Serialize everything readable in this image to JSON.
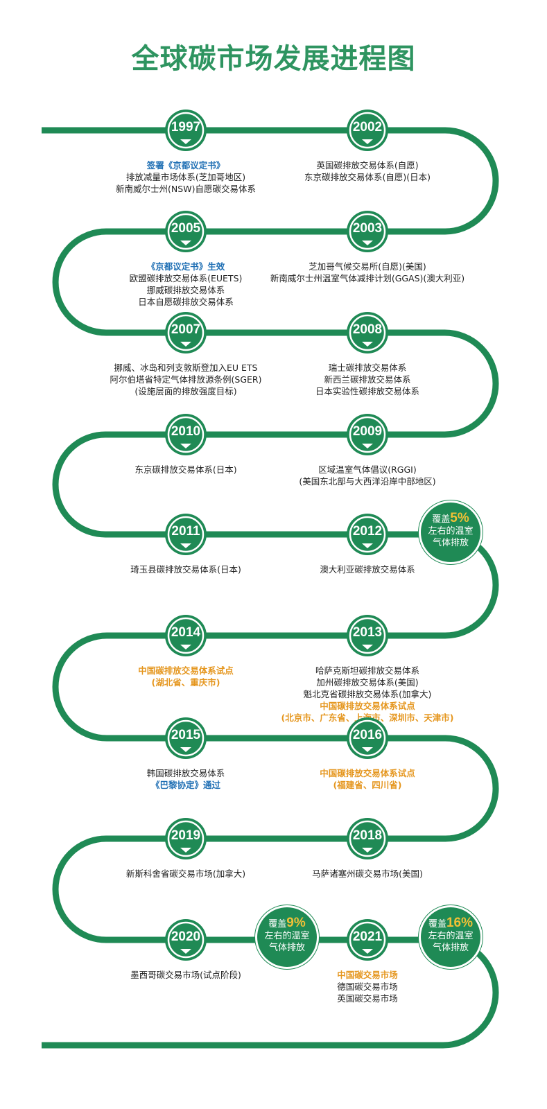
{
  "title": "全球碳市场发展进程图",
  "colors": {
    "track": "#1f8a55",
    "badge_inner": "#1f8a55",
    "badge_ring": "#ffffff",
    "year_text": "#ffffff",
    "title": "#2e9460",
    "text_default": "#222222",
    "text_blue": "#1f6fb4",
    "text_orange": "#e5961e",
    "bubble_bg": "#1f8a55",
    "bubble_text": "#ffffff",
    "bubble_pct": "#f2c036"
  },
  "milestones": [
    {
      "year": "1997",
      "lines": [
        {
          "text": "签署《京都议定书》",
          "color": "blue"
        },
        {
          "text": "排放减量市场体系(芝加哥地区)",
          "color": "default"
        },
        {
          "text": "新南威尔士州(NSW)自愿碳交易体系",
          "color": "default"
        }
      ]
    },
    {
      "year": "2002",
      "lines": [
        {
          "text": "英国碳排放交易体系(自愿)",
          "color": "default"
        },
        {
          "text": "东京碳排放交易体系(自愿)(日本)",
          "color": "default"
        }
      ]
    },
    {
      "year": "2005",
      "lines": [
        {
          "text": "《京都议定书》生效",
          "color": "blue"
        },
        {
          "text": "欧盟碳排放交易体系(EUETS)",
          "color": "default"
        },
        {
          "text": "挪威碳排放交易体系",
          "color": "default"
        },
        {
          "text": "日本自愿碳排放交易体系",
          "color": "default"
        }
      ]
    },
    {
      "year": "2003",
      "lines": [
        {
          "text": "芝加哥气候交易所(自愿)(美国)",
          "color": "default"
        },
        {
          "text": "新南威尔士州温室气体减排计划(GGAS)(澳大利亚)",
          "color": "default"
        }
      ]
    },
    {
      "year": "2007",
      "lines": [
        {
          "text": "挪威、冰岛和列支敦斯登加入EU ETS",
          "color": "default"
        },
        {
          "text": "阿尔伯塔省特定气体排放源条例(SGER)",
          "color": "default"
        },
        {
          "text": "(设施层面的排放强度目标)",
          "color": "default"
        }
      ]
    },
    {
      "year": "2008",
      "lines": [
        {
          "text": "瑞士碳排放交易体系",
          "color": "default"
        },
        {
          "text": "新西兰碳排放交易体系",
          "color": "default"
        },
        {
          "text": "日本实验性碳排放交易体系",
          "color": "default"
        }
      ]
    },
    {
      "year": "2010",
      "lines": [
        {
          "text": "东京碳排放交易体系(日本)",
          "color": "default"
        }
      ]
    },
    {
      "year": "2009",
      "lines": [
        {
          "text": "区域温室气体倡议(RGGI)",
          "color": "default"
        },
        {
          "text": "(美国东北部与大西洋沿岸中部地区)",
          "color": "default"
        }
      ]
    },
    {
      "year": "2011",
      "lines": [
        {
          "text": "琦玉县碳排放交易体系(日本)",
          "color": "default"
        }
      ]
    },
    {
      "year": "2012",
      "lines": [
        {
          "text": "澳大利亚碳排放交易体系",
          "color": "default"
        }
      ]
    },
    {
      "year": "2014",
      "lines": [
        {
          "text": "中国碳排放交易体系试点",
          "color": "orange"
        },
        {
          "text": "(湖北省、重庆市)",
          "color": "orange"
        }
      ]
    },
    {
      "year": "2013",
      "lines": [
        {
          "text": "哈萨克斯坦碳排放交易体系",
          "color": "default"
        },
        {
          "text": "加州碳排放交易体系(美国)",
          "color": "default"
        },
        {
          "text": "魁北克省碳排放交易体系(加拿大)",
          "color": "default"
        },
        {
          "text": "中国碳排放交易体系试点",
          "color": "orange"
        },
        {
          "text": "(北京市、广东省、上海市、深圳市、天津市)",
          "color": "orange"
        }
      ]
    },
    {
      "year": "2015",
      "lines": [
        {
          "text": "韩国碳排放交易体系",
          "color": "default"
        },
        {
          "text": "《巴黎协定》通过",
          "color": "blue"
        }
      ]
    },
    {
      "year": "2016",
      "lines": [
        {
          "text": "中国碳排放交易体系试点",
          "color": "orange"
        },
        {
          "text": "(福建省、四川省)",
          "color": "orange"
        }
      ]
    },
    {
      "year": "2019",
      "lines": [
        {
          "text": "新斯科舍省碳交易市场(加拿大)",
          "color": "default"
        }
      ]
    },
    {
      "year": "2018",
      "lines": [
        {
          "text": "马萨诸塞州碳交易市场(美国)",
          "color": "default"
        }
      ]
    },
    {
      "year": "2020",
      "lines": [
        {
          "text": "墨西哥碳交易市场(试点阶段)",
          "color": "default"
        }
      ]
    },
    {
      "year": "2021",
      "lines": [
        {
          "text": "中国碳交易市场",
          "color": "orange"
        },
        {
          "text": "德国碳交易市场",
          "color": "default"
        },
        {
          "text": "英国碳交易市场",
          "color": "default"
        }
      ]
    }
  ],
  "coverage": [
    {
      "prefix": "覆盖",
      "pct": "5%",
      "line2": "左右的温室",
      "line3": "气体排放"
    },
    {
      "prefix": "覆盖",
      "pct": "9%",
      "line2": "左右的温室",
      "line3": "气体排放"
    },
    {
      "prefix": "覆盖",
      "pct": "16%",
      "line2": "左右的温室",
      "line3": "气体排放"
    }
  ]
}
